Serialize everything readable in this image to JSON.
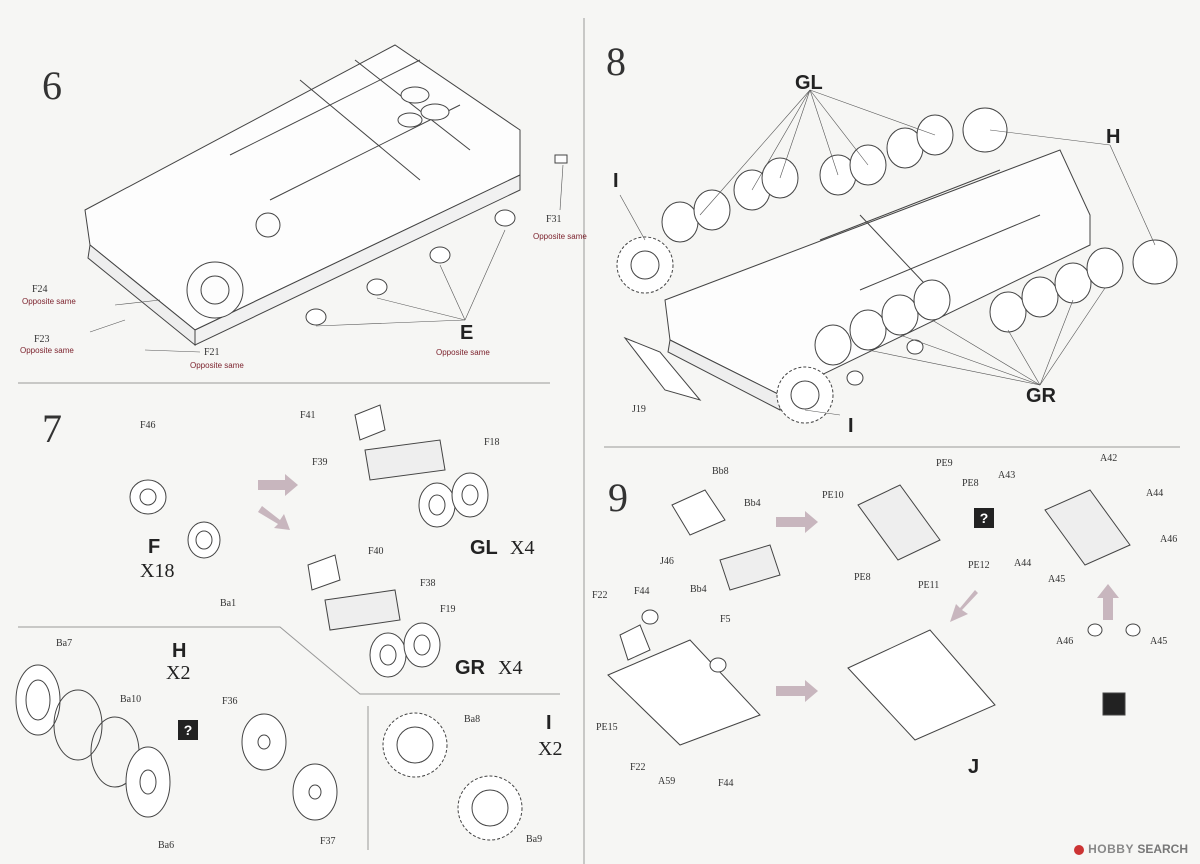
{
  "steps": {
    "s6": "6",
    "s7": "7",
    "s8": "8",
    "s9": "9"
  },
  "step6": {
    "f31": "F31",
    "f31_note": "Opposite same",
    "f24": "F24",
    "f24_note": "Opposite same",
    "f23": "F23",
    "f23_note": "Opposite same",
    "f21": "F21",
    "f21_note": "Opposite same",
    "e": "E",
    "e_note": "Opposite same"
  },
  "step7": {
    "f46": "F46",
    "f": "F",
    "x18": "X18",
    "ba1": "Ba1",
    "f41": "F41",
    "f18": "F18",
    "f39": "F39",
    "gl": "GL",
    "glx": "X4",
    "f40": "F40",
    "f38": "F38",
    "f19": "F19",
    "gr": "GR",
    "grx": "X4",
    "h": "H",
    "hx": "X2",
    "ba7": "Ba7",
    "ba10": "Ba10",
    "ba6": "Ba6",
    "f36": "F36",
    "f37": "F37",
    "q": "?",
    "i": "I",
    "ix": "X2",
    "ba8": "Ba8",
    "ba9": "Ba9"
  },
  "step8": {
    "gl": "GL",
    "h": "H",
    "i_top": "I",
    "i_bottom": "I",
    "gr": "GR",
    "j19": "J19"
  },
  "step9": {
    "bb8": "Bb8",
    "bb4a": "Bb4",
    "j46": "J46",
    "bb4b": "Bb4",
    "pe9": "PE9",
    "pe8a": "PE8",
    "pe10": "PE10",
    "pe8b": "PE8",
    "pe11": "PE11",
    "pe12": "PE12",
    "q": "?",
    "a43": "A43",
    "a42": "A42",
    "a44a": "A44",
    "a44b": "A44",
    "a45a": "A45",
    "a46a": "A46",
    "a46b": "A46",
    "a45b": "A45",
    "f22a": "F22",
    "f44a": "F44",
    "f5": "F5",
    "pe15": "PE15",
    "f22b": "F22",
    "a59": "A59",
    "f44b": "F44",
    "j": "J"
  },
  "watermark": {
    "brand": "HOBBY",
    "text": "SEARCH"
  },
  "colors": {
    "line": "#444444",
    "arrow": "#b8a6b0",
    "note": "#7a1f2a"
  }
}
